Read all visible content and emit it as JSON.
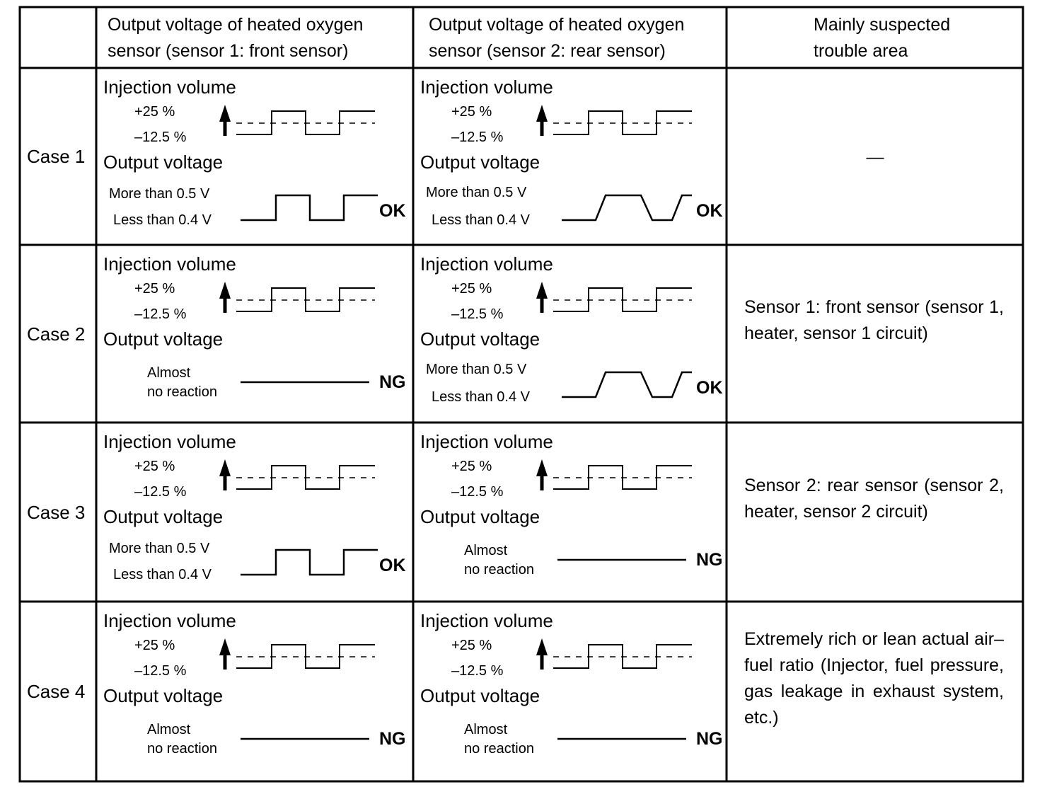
{
  "headers": {
    "col1": "Output voltage of heated oxygen sensor (sensor 1: front sensor)",
    "col2": "Output voltage of heated oxygen sensor (sensor 2: rear sensor)",
    "col3": "Mainly suspected trouble area"
  },
  "labels": {
    "injection_volume": "Injection volume",
    "plus": "+25 %",
    "minus": "–12.5 %",
    "output_voltage": "Output voltage",
    "more_than": "More than 0.5 V",
    "less_than": "Less than 0.4 V",
    "almost": "Almost",
    "no_reaction": "no reaction"
  },
  "rows": [
    {
      "case": "Case 1",
      "front": {
        "reaction": "square",
        "status": "OK"
      },
      "rear": {
        "reaction": "slope",
        "status": "OK"
      },
      "area": "—"
    },
    {
      "case": "Case 2",
      "front": {
        "reaction": "none",
        "status": "NG"
      },
      "rear": {
        "reaction": "slope",
        "status": "OK"
      },
      "area": "Sensor 1: front sensor (sensor 1, heater, sensor 1 circuit)"
    },
    {
      "case": "Case 3",
      "front": {
        "reaction": "square",
        "status": "OK"
      },
      "rear": {
        "reaction": "none",
        "status": "NG"
      },
      "area": "Sensor 2: rear sensor (sensor 2, heater, sensor 2 circuit)"
    },
    {
      "case": "Case 4",
      "front": {
        "reaction": "none",
        "status": "NG"
      },
      "rear": {
        "reaction": "none",
        "status": "NG"
      },
      "area": "Extremely rich or lean actual air–fuel ratio (Injector, fuel pressure, gas leakage in exhaust system, etc.)"
    }
  ]
}
